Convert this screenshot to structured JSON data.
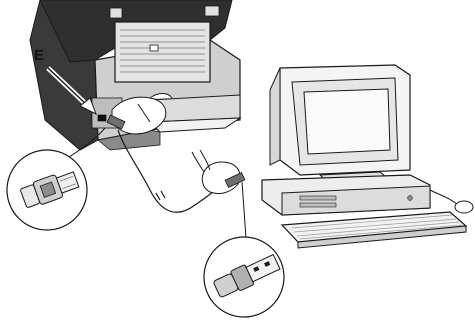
{
  "figure": {
    "callout_label": "E",
    "colors": {
      "line": "#1a1a1a",
      "printer_dark": "#2e2e2e",
      "printer_mid": "#6f6f6f",
      "printer_light": "#cfcfcf",
      "panel": "#e6e6e6",
      "outline_fill": "#ffffff"
    },
    "parts": [
      "printer-rear-view",
      "usb-port-E",
      "usb-type-b-connector-detail",
      "usb-type-a-connector-detail",
      "usb-cable",
      "desktop-computer",
      "keyboard",
      "mouse"
    ]
  }
}
